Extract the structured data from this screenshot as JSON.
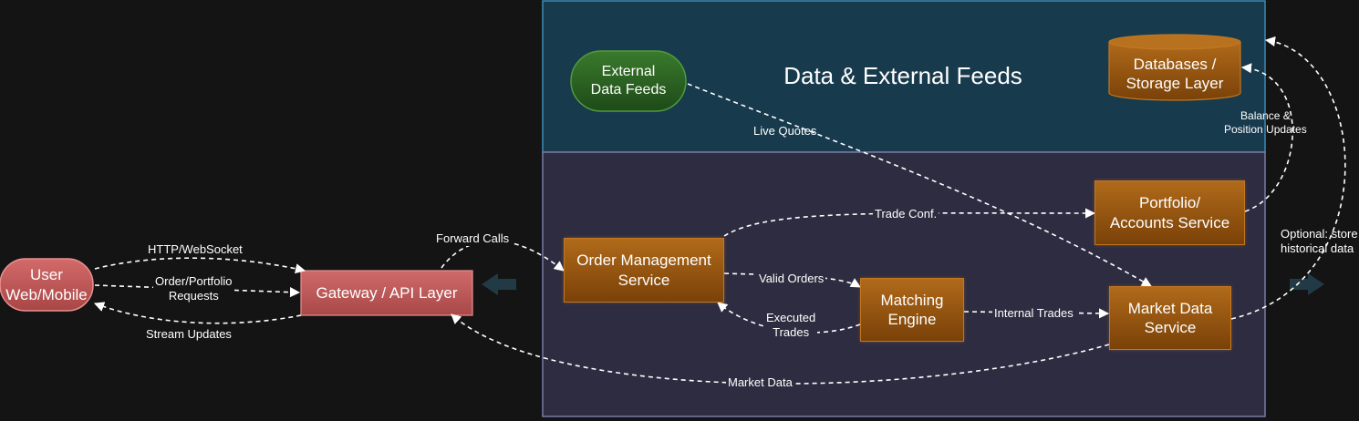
{
  "regions": {
    "data_feeds_title": "Data & External Feeds"
  },
  "nodes": {
    "user": "User\nWeb/Mobile",
    "gateway": "Gateway / API Layer",
    "oms": "Order Management\nService",
    "matching": "Matching\nEngine",
    "market_data": "Market Data\nService",
    "portfolio": "Portfolio/\nAccounts Service",
    "external_feeds": "External\nData Feeds",
    "databases": "Databases /\nStorage Layer"
  },
  "edges": {
    "http": "HTTP/WebSocket",
    "order_requests": "Order/Portfolio\nRequests",
    "stream_updates": "Stream Updates",
    "forward_calls": "Forward Calls",
    "trade_conf": "Trade Conf.",
    "valid_orders": "Valid Orders",
    "executed_trades": "Executed\nTrades",
    "internal_trades": "Internal Trades",
    "live_quotes": "Live Quotes",
    "market_data": "Market Data",
    "balance_updates": "Balance &\nPosition Updates",
    "optional_store": "Optional: store\nhistorical data"
  },
  "colors": {
    "background": "#141414",
    "top_region_fill": "#173a4d",
    "top_region_stroke": "#3b8bb5",
    "bottom_region_fill": "#2e2c40",
    "bottom_region_stroke": "#7a7aa8",
    "service_fill": "#8e500f",
    "user_fill": "#c05a5a",
    "external_fill": "#2a5a22",
    "edge": "#ffffff"
  }
}
